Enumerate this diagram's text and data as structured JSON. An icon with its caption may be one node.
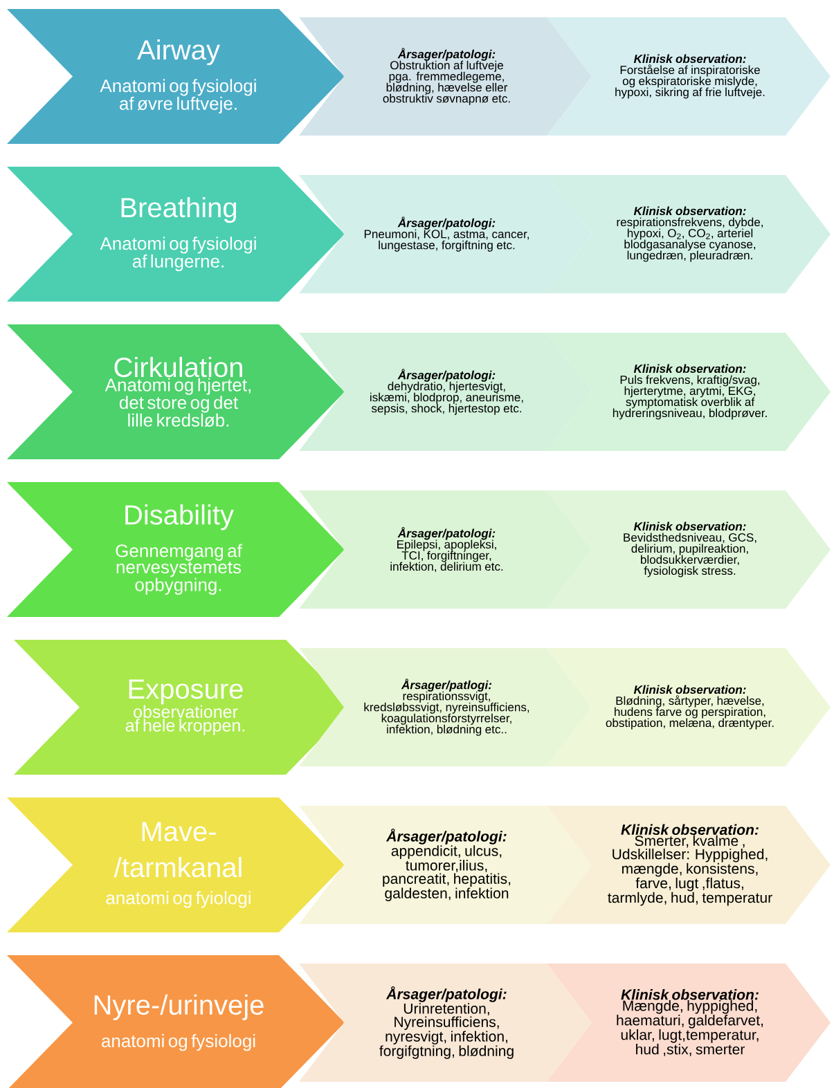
{
  "diagram": {
    "nodes": [
      {
        "text": [
          "Airway",
          "Anatomi og fysiologi af øvre luftveje."
        ]
      },
      {
        "text": [
          "Årsager/patologi:",
          "Obstruktion af luftveje pga. fremmedlegeme, blødning, hævelse eller obstruktiv søvnapnø etc."
        ]
      },
      {
        "text": [
          "Klinisk observation:",
          "Forståelse af inspiratoriske og ekspiratoriske mislyde, hypoxi, sikring af frie luftveje."
        ]
      },
      {
        "text": [
          "Breathing",
          "Anatomi og fysiologi af lungerne."
        ]
      },
      {
        "text": [
          "Årsager/patologi:",
          "Pneumoni, KOL, astma, cancer, lungestase, forgiftning etc."
        ]
      },
      {
        "text": [
          "Klinisk observation:",
          "respirationsfrekvens, dybde, hypoxi, O$_{2}$, CO$_{2}$, arteriel blodgasanalyse cyanose, lungedræn, pleuradræn."
        ]
      },
      {
        "text": [
          "Cirkulation",
          "Anatomi og hjertet, det store og det lille kredsløb."
        ]
      },
      {
        "text": [
          "Årsager/patologi:",
          "dehydratio, hjertesvigt, iskæmi, blodprop, aneurisme, sepsis, shock, hjertestop etc."
        ]
      },
      {
        "text": [
          "Klinisk observation:",
          "Puls frekvens, kraftig/svag, hjerterytme, arytmi, EKG, symptomatisk overblik af hydreringsniveau, blodprøver."
        ]
      },
      {
        "text": [
          "Disability",
          "Gennemgang af nervesystemets opbygning."
        ]
      },
      {
        "text": [
          "Årsager/patologi:",
          "Epilepsi, apopleksi, TCI, forgiftninger, infektion, delirium etc."
        ]
      },
      {
        "text": [
          "Klinisk observation:",
          "Bevidsthedsniveau, GCS, delirium, pupilreaktion, blodsukkerværdier, fysiologisk stress."
        ]
      },
      {
        "text": [
          "Exposure",
          "observationer af hele kroppen."
        ]
      },
      {
        "text": [
          "Årsager/patlogi:",
          "respirationssvigt, kredsløbssvigt, nyreinsufficiens, koagulationsforstyrrelser, infektion, blødning etc.."
        ]
      },
      {
        "text": [
          "Klinisk observation:",
          "Blødning, sårtyper, hævelse, hudens farve og perspiration, obstipation, melæna, dræntyper."
        ]
      },
      {
        "text": [
          "Mave-/tarmkanal",
          "anatomi og fyiologi"
        ]
      },
      {
        "text": [
          "Årsager/patologi:",
          "appendicit, ulcus, tumorer,ilius, pancreatit, hepatitis, galdesten, infektion"
        ]
      },
      {
        "text": [
          "Klinisk observation:",
          "Smerter, kvalme , Udskillelser: Hyppighed, mængde, konsistens, farve, lugt ,flatus, tarmlyde, hud, temperatur"
        ]
      },
      {
        "text": [
          "Nyre-/urinveje",
          "anatomi og fysiologi"
        ]
      },
      {
        "text": [
          "Årsager/patologi:",
          "Urinretention, Nyreinsufficiens, nyresvigt, infektion, forgifgtning, blødning"
        ]
      },
      {
        "text": [
          "Klinisk observation:",
          "Mængde, hyppighed, haematuri, galdefarvet, uklar, lugt,temperatur, hud ,stix, smerter"
        ]
      }
    ]
  }
}
